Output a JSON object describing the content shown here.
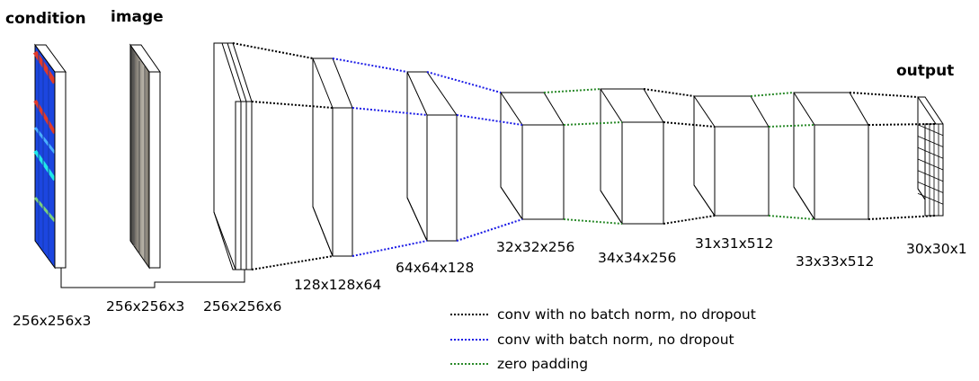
{
  "labels": {
    "condition": "condition",
    "image": "image",
    "output": "output"
  },
  "dimensions": {
    "condition": "256x256x3",
    "image": "256x256x3",
    "concat": "256x256x6",
    "l1": "128x128x64",
    "l2": "64x64x128",
    "l3": "32x32x256",
    "l4": "34x34x256",
    "l5": "31x31x512",
    "l6": "33x33x512",
    "out": "30x30x1"
  },
  "legend": [
    {
      "label": "conv with no batch norm, no dropout",
      "color": "#000000"
    },
    {
      "label": "conv with batch norm, no dropout",
      "color": "#1a1ae6"
    },
    {
      "label": "zero padding",
      "color": "#2a8a2a"
    }
  ],
  "colors": {
    "black_conn": "#000000",
    "blue_conn": "#1a1ae6",
    "green_conn": "#2a8a2a",
    "condition_bg": "#1c46e0"
  }
}
